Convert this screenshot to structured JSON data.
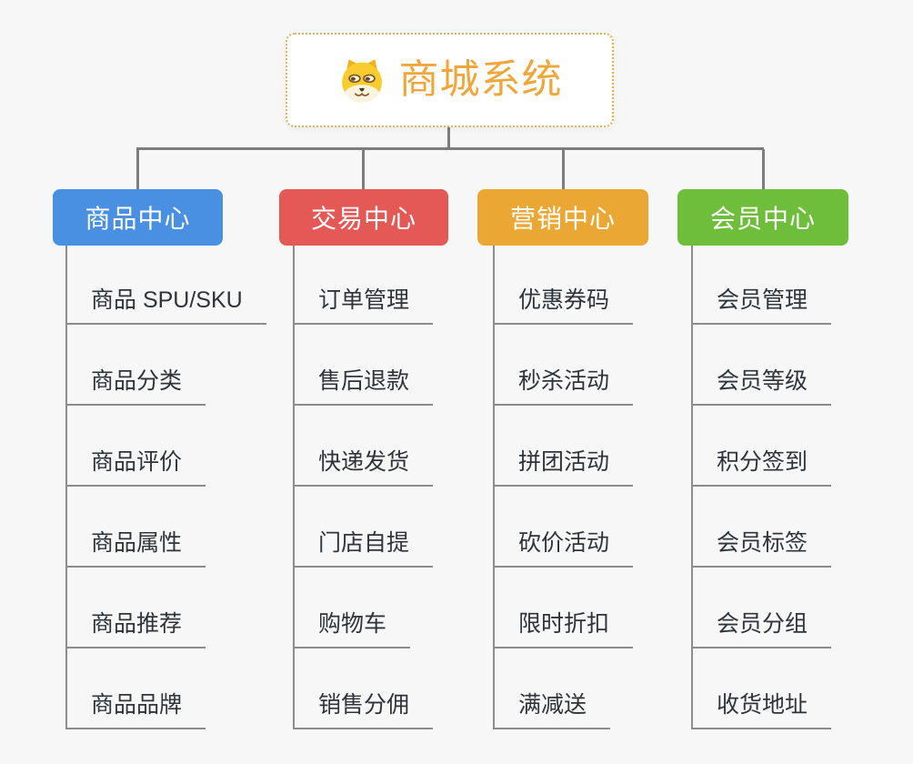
{
  "page": {
    "background_color": "#f7f7f7",
    "connector_color": "#7d7d7d",
    "item_line_color": "#8c8c8c",
    "item_text_color": "#2f343a"
  },
  "root": {
    "title": "商城系统",
    "icon": "dog-face-icon",
    "title_color": "#efa73c",
    "border_color": "#e8af5c"
  },
  "branches": [
    {
      "label": "商品中心",
      "color": "#4A90E2",
      "items": [
        "商品 SPU/SKU",
        "商品分类",
        "商品评价",
        "商品属性",
        "商品推荐",
        "商品品牌"
      ]
    },
    {
      "label": "交易中心",
      "color": "#E45956",
      "items": [
        "订单管理",
        "售后退款",
        "快递发货",
        "门店自提",
        "购物车",
        "销售分佣"
      ]
    },
    {
      "label": "营销中心",
      "color": "#EBA733",
      "items": [
        "优惠券码",
        "秒杀活动",
        "拼团活动",
        "砍价活动",
        "限时折扣",
        "满减送"
      ]
    },
    {
      "label": "会员中心",
      "color": "#6EBE3B",
      "items": [
        "会员管理",
        "会员等级",
        "积分签到",
        "会员标签",
        "会员分组",
        "收货地址"
      ]
    }
  ]
}
